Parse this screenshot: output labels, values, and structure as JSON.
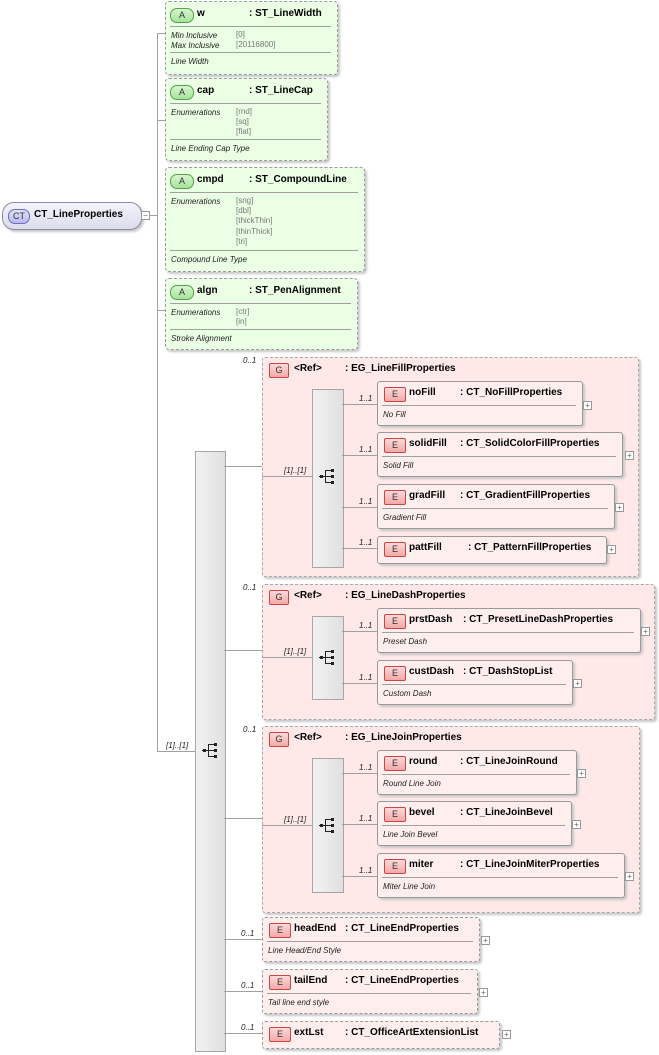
{
  "root": {
    "badge": "CT",
    "name": "CT_LineProperties"
  },
  "root_minus": "−",
  "attributes": [
    {
      "badge": "A",
      "name": "w",
      "type": ": ST_LineWidth",
      "facets": [
        {
          "label": "Min Inclusive",
          "value": "[0]"
        },
        {
          "label": "Max Inclusive",
          "value": "[20116800]"
        }
      ],
      "desc": "Line Width"
    },
    {
      "badge": "A",
      "name": "cap",
      "type": ": ST_LineCap",
      "facet_label": "Enumerations",
      "values": [
        "[rnd]",
        "[sq]",
        "[flat]"
      ],
      "desc": "Line Ending Cap Type"
    },
    {
      "badge": "A",
      "name": "cmpd",
      "type": ": ST_CompoundLine",
      "facet_label": "Enumerations",
      "values": [
        "[sng]",
        "[dbl]",
        "[thickThin]",
        "[thinThick]",
        "[tri]"
      ],
      "desc": "Compound Line Type"
    },
    {
      "badge": "A",
      "name": "algn",
      "type": ": ST_PenAlignment",
      "facet_label": "Enumerations",
      "values": [
        "[ctr]",
        "[in]"
      ],
      "desc": "Stroke Alignment"
    }
  ],
  "main_seq_card": "[1]..[1]",
  "groups": [
    {
      "badge": "G",
      "ref": "<Ref>",
      "type": ": EG_LineFillProperties",
      "card": "0..1",
      "seq_card": "[1]..[1]",
      "elements": [
        {
          "name": "noFill",
          "type": ": CT_NoFillProperties",
          "desc": "No Fill",
          "card": "1..1"
        },
        {
          "name": "solidFill",
          "type": ": CT_SolidColorFillProperties",
          "desc": "Solid Fill",
          "card": "1..1"
        },
        {
          "name": "gradFill",
          "type": ": CT_GradientFillProperties",
          "desc": "Gradient Fill",
          "card": "1..1"
        },
        {
          "name": "pattFill",
          "type": ": CT_PatternFillProperties",
          "desc": "",
          "card": "1..1"
        }
      ]
    },
    {
      "badge": "G",
      "ref": "<Ref>",
      "type": ": EG_LineDashProperties",
      "card": "0..1",
      "seq_card": "[1]..[1]",
      "elements": [
        {
          "name": "prstDash",
          "type": ": CT_PresetLineDashProperties",
          "desc": "Preset Dash",
          "card": "1..1"
        },
        {
          "name": "custDash",
          "type": ": CT_DashStopList",
          "desc": "Custom Dash",
          "card": "1..1"
        }
      ]
    },
    {
      "badge": "G",
      "ref": "<Ref>",
      "type": ": EG_LineJoinProperties",
      "card": "0..1",
      "seq_card": "[1]..[1]",
      "elements": [
        {
          "name": "round",
          "type": ": CT_LineJoinRound",
          "desc": "Round Line Join",
          "card": "1..1"
        },
        {
          "name": "bevel",
          "type": ": CT_LineJoinBevel",
          "desc": "Line Join Bevel",
          "card": "1..1"
        },
        {
          "name": "miter",
          "type": ": CT_LineJoinMiterProperties",
          "desc": "Miter Line Join",
          "card": "1..1"
        }
      ]
    }
  ],
  "elements": [
    {
      "badge": "E",
      "name": "headEnd",
      "type": ": CT_LineEndProperties",
      "desc": "Line Head/End Style",
      "card": "0..1"
    },
    {
      "badge": "E",
      "name": "tailEnd",
      "type": ": CT_LineEndProperties",
      "desc": "Tail line end style",
      "card": "0..1"
    },
    {
      "badge": "E",
      "name": "extLst",
      "type": ": CT_OfficeArtExtensionList",
      "desc": "",
      "card": "0..1"
    }
  ],
  "plus": "+"
}
